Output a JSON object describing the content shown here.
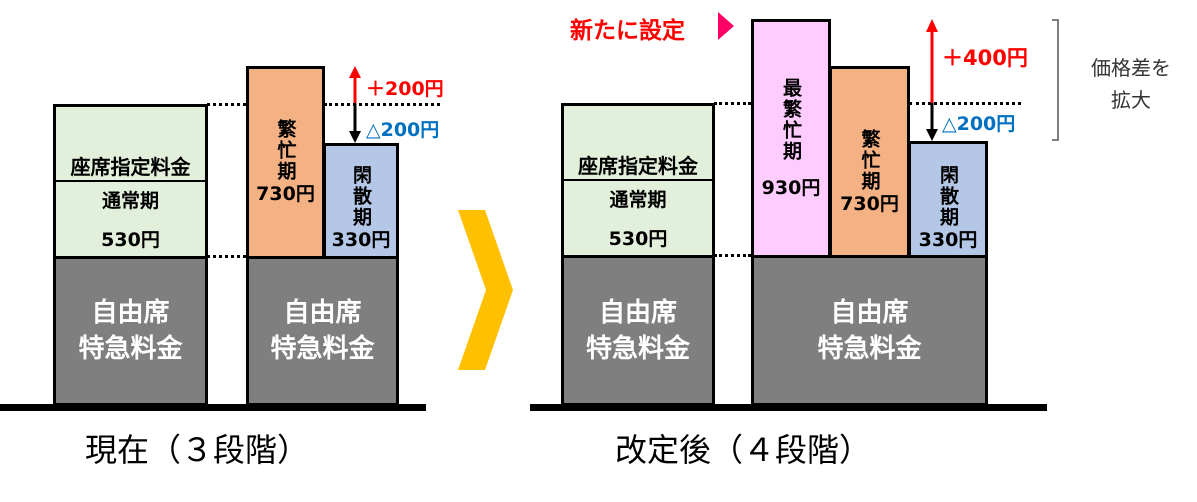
{
  "current": {
    "caption": "現在（３段階）",
    "base": "自由席\n特急料金",
    "normal": {
      "title": "座席指定料金",
      "period": "通常期",
      "price": "530円"
    },
    "busy": {
      "period": "繁忙期",
      "price": "730円"
    },
    "offpeak": {
      "period": "閑散期",
      "price": "330円"
    },
    "plus": "＋200円",
    "minus": "△200円"
  },
  "revised": {
    "caption": "改定後（４段階）",
    "base": "自由席\n特急料金",
    "normal": {
      "title": "座席指定料金",
      "period": "通常期",
      "price": "530円"
    },
    "peak": {
      "period": "最繁忙期",
      "price": "930円"
    },
    "busy": {
      "period": "繁忙期",
      "price": "730円"
    },
    "offpeak": {
      "period": "閑散期",
      "price": "330円"
    },
    "plus": "＋400円",
    "minus": "△200円",
    "new_label": "新たに設定",
    "note_line1": "価格差を",
    "note_line2": "拡大"
  },
  "colors": {
    "red": "#ff0000",
    "blue": "#0070c0",
    "arrow": "#ffc000"
  }
}
